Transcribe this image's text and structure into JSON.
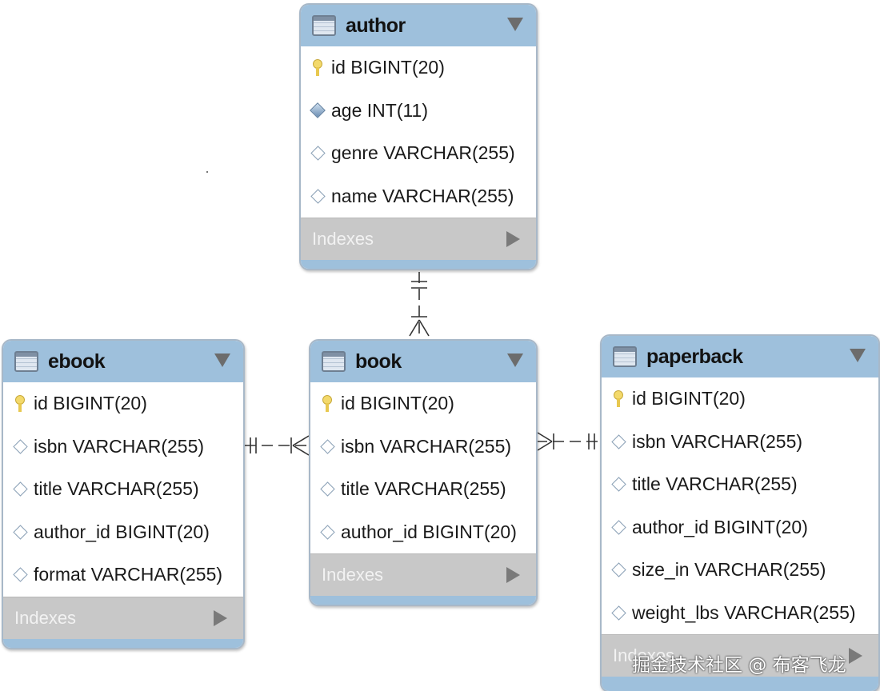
{
  "tables": {
    "author": {
      "name": "author",
      "columns": [
        {
          "icon": "primary-key-icon",
          "text": "id BIGINT(20)"
        },
        {
          "icon": "filled-diamond-icon",
          "text": "age INT(11)"
        },
        {
          "icon": "hollow-diamond-icon",
          "text": "genre VARCHAR(255)"
        },
        {
          "icon": "hollow-diamond-icon",
          "text": "name VARCHAR(255)"
        }
      ],
      "indexes_label": "Indexes"
    },
    "ebook": {
      "name": "ebook",
      "columns": [
        {
          "icon": "primary-key-icon",
          "text": "id BIGINT(20)"
        },
        {
          "icon": "hollow-diamond-icon",
          "text": "isbn VARCHAR(255)"
        },
        {
          "icon": "hollow-diamond-icon",
          "text": "title VARCHAR(255)"
        },
        {
          "icon": "hollow-diamond-icon",
          "text": "author_id BIGINT(20)"
        },
        {
          "icon": "hollow-diamond-icon",
          "text": "format VARCHAR(255)"
        }
      ],
      "indexes_label": "Indexes"
    },
    "book": {
      "name": "book",
      "columns": [
        {
          "icon": "primary-key-icon",
          "text": "id BIGINT(20)"
        },
        {
          "icon": "hollow-diamond-icon",
          "text": "isbn VARCHAR(255)"
        },
        {
          "icon": "hollow-diamond-icon",
          "text": "title VARCHAR(255)"
        },
        {
          "icon": "hollow-diamond-icon",
          "text": "author_id BIGINT(20)"
        }
      ],
      "indexes_label": "Indexes"
    },
    "paperback": {
      "name": "paperback",
      "columns": [
        {
          "icon": "primary-key-icon",
          "text": "id BIGINT(20)"
        },
        {
          "icon": "hollow-diamond-icon",
          "text": "isbn VARCHAR(255)"
        },
        {
          "icon": "hollow-diamond-icon",
          "text": "title VARCHAR(255)"
        },
        {
          "icon": "hollow-diamond-icon",
          "text": "author_id BIGINT(20)"
        },
        {
          "icon": "hollow-diamond-icon",
          "text": "size_in VARCHAR(255)"
        },
        {
          "icon": "hollow-diamond-icon",
          "text": "weight_lbs VARCHAR(255)"
        }
      ],
      "indexes_label": "Indexes"
    }
  },
  "relationships": [
    {
      "from": "author",
      "to": "book",
      "from_end": "one-and-only-one",
      "to_end": "one-or-many",
      "line": "dashed"
    },
    {
      "from": "ebook",
      "to": "book",
      "from_end": "one-and-only-one",
      "to_end": "one-or-many",
      "line": "dashed"
    },
    {
      "from": "paperback",
      "to": "book",
      "from_end": "one-and-only-one",
      "to_end": "one-or-many",
      "line": "dashed"
    }
  ],
  "colors": {
    "header": "#9ec0dc",
    "indexes_bar": "#c8c8c8",
    "border": "#a8b8c8",
    "connector": "#333333"
  },
  "watermark": "掘金技术社区 @ 布客飞龙"
}
